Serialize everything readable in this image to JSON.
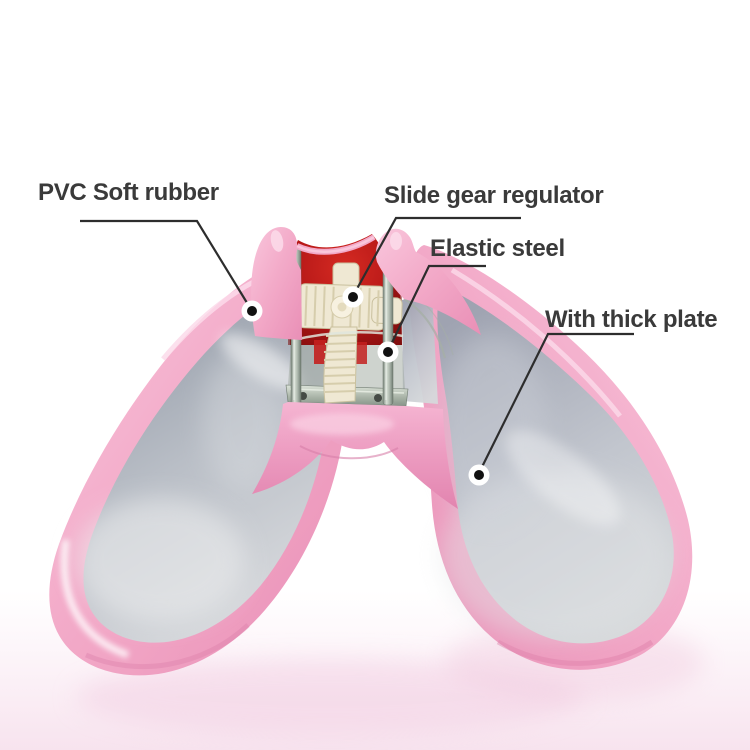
{
  "image": {
    "type": "annotated product photo",
    "subject": "Pink clamshell pelvic hip muscle trainer, shown open with internal gear mechanism exposed, on white background"
  },
  "annotations": [
    {
      "id": "pvc",
      "label": "PVC Soft rubber"
    },
    {
      "id": "slide_gear",
      "label": "Slide gear regulator"
    },
    {
      "id": "elastic_steel",
      "label": "Elastic steel"
    },
    {
      "id": "thick_plate",
      "label": "With thick plate"
    }
  ],
  "colors": {
    "background": "#FFFFFF",
    "label_text": "#3A3A3A",
    "leader_line": "#2D2D2D",
    "marker_dot": "#111111",
    "marker_halo": "#FFFFFF",
    "body_pink": "#F2A9C8",
    "pink_highlight": "#FBDBEA",
    "inner_surface_grey": "#B9BEC6",
    "mechanism_red": "#B51717",
    "gear_cream": "#EFE8D3",
    "steel_grey": "#9EA89E"
  }
}
